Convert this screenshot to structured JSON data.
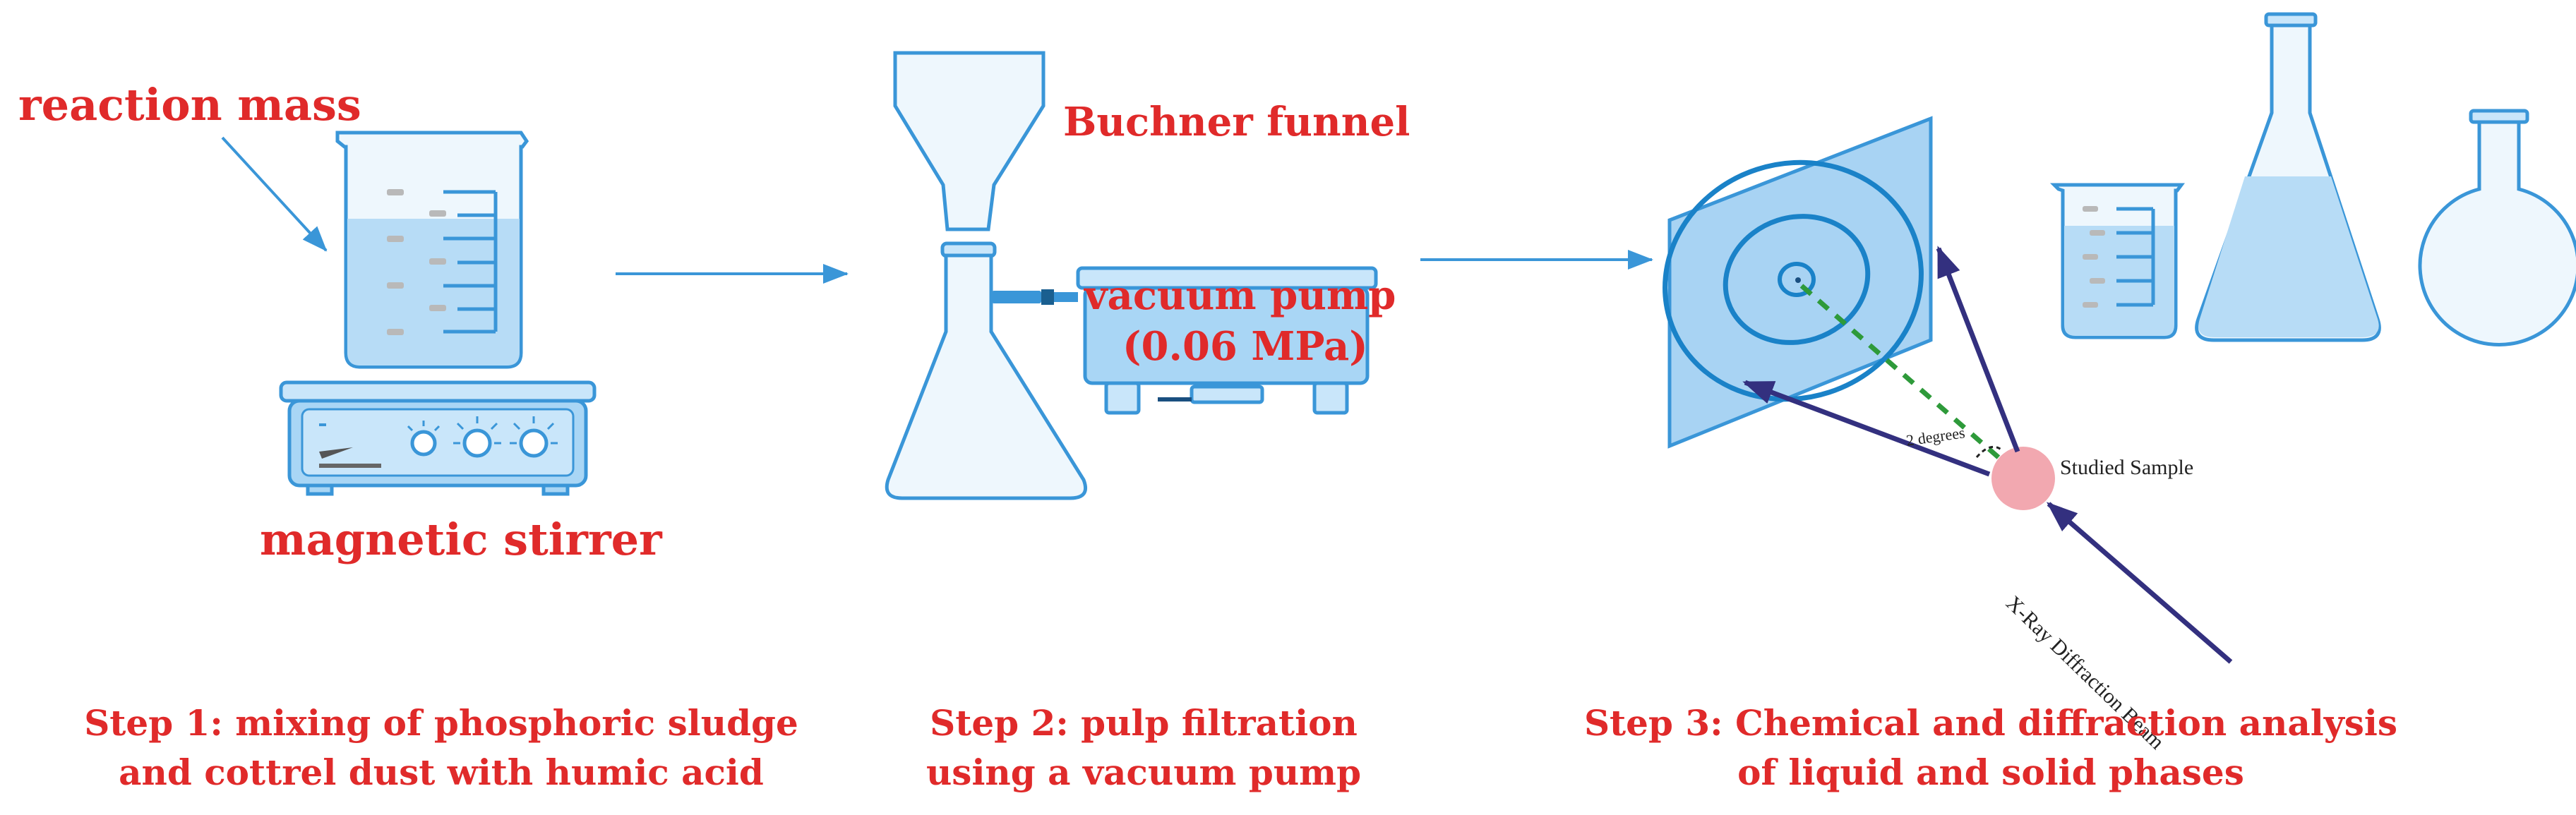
{
  "labels": {
    "reaction_mass": "reaction mass",
    "magnetic_stirrer": "magnetic stirrer",
    "buchner_funnel": "Buchner funnel",
    "vacuum_pump_line1": "vacuum pump",
    "vacuum_pump_line2": "(0.06 MPa)",
    "two_degrees": "2 degrees",
    "studied_sample": "Studied Sample",
    "xray_beam": "X-Ray Diffraction Beam"
  },
  "steps": [
    {
      "line1": "Step 1: mixing of phosphoric sludge",
      "line2": "and cottrel dust with humic acid"
    },
    {
      "line1": "Step 2: pulp filtration",
      "line2": "using a vacuum pump"
    },
    {
      "line1": "Step 3: Chemical and diffraction analysis",
      "line2": "of liquid and solid phases"
    }
  ],
  "colors": {
    "label_red": "#e02a2a",
    "equipment_fill": "#c9e6fa",
    "equipment_stroke": "#3a96d8",
    "liquid": "#a9d6f5",
    "arrow_blue": "#3a96d8",
    "beam_navy": "#33307f",
    "detector_fill": "#a8d3f3",
    "sample_pink": "#f2a8b0",
    "dashed_green": "#2e9a3a"
  }
}
